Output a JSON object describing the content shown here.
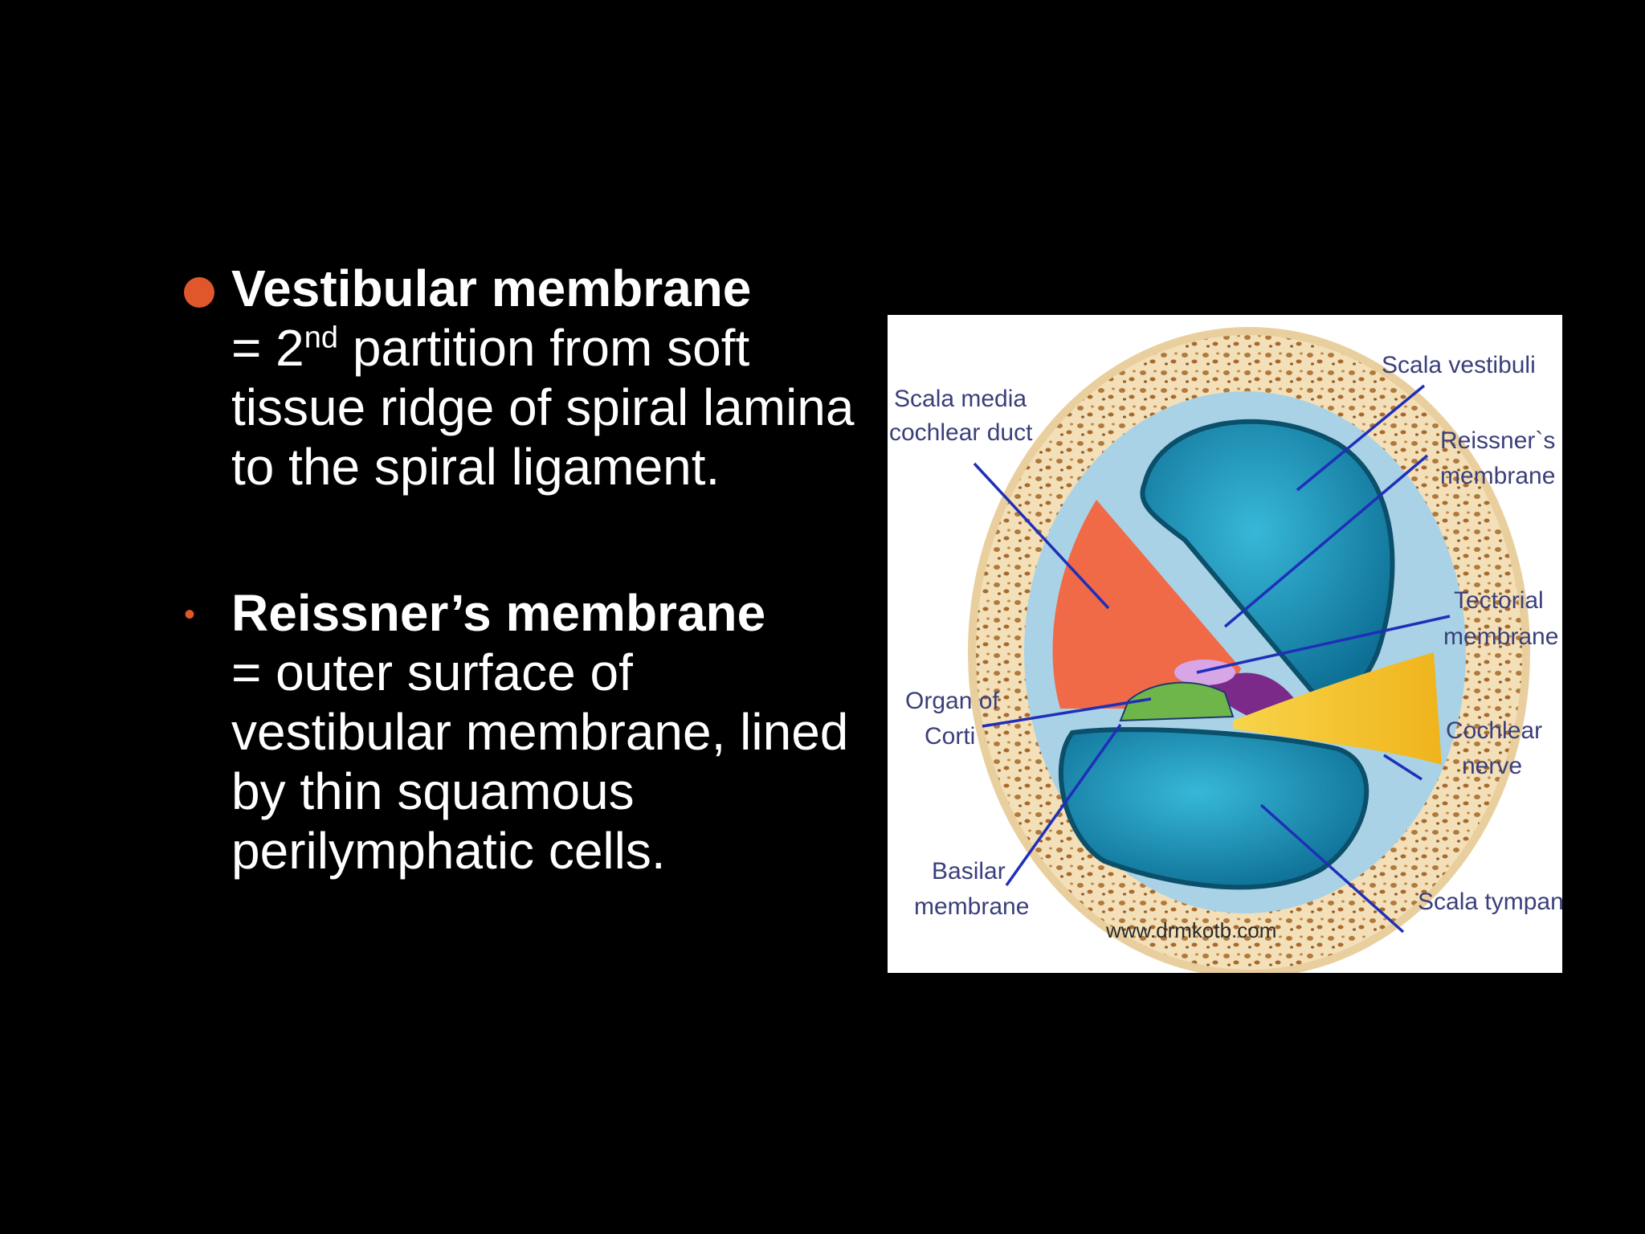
{
  "bullet1": {
    "term": "Vestibular membrane",
    "text_a": "= 2",
    "sup": "nd",
    "text_b": " partition from soft tissue ridge of spiral lamina  to the spiral ligament."
  },
  "bullet2": {
    "term": "Reissner’s membrane",
    "text": "= outer surface of vestibular membrane, lined by thin squamous perilymphatic cells."
  },
  "figure": {
    "labels": {
      "scala_media_1": "Scala media",
      "scala_media_2": "cochlear duct",
      "scala_vestibuli": "Scala vestibuli",
      "reissners_1": "Reissner`s",
      "reissners_2": "membrane",
      "tectorial_1": "Tectorial",
      "tectorial_2": "membrane",
      "organ_1": "Organ of",
      "organ_2": "Corti",
      "cochlear_nerve_1": "Cochlear",
      "cochlear_nerve_2": "nerve",
      "basilar_1": "Basilar",
      "basilar_2": "membrane",
      "scala_tympani": "Scala tympani"
    },
    "watermark": "www.drmkotb.com",
    "colors": {
      "bullet_accent": "#e0572b",
      "scala_fluid": "#1f9cc0",
      "scala_media": "#f06a48",
      "bone": "#f3dfb8",
      "nerve": "#f5c531",
      "leader_lines": "#1f2fb8"
    }
  }
}
